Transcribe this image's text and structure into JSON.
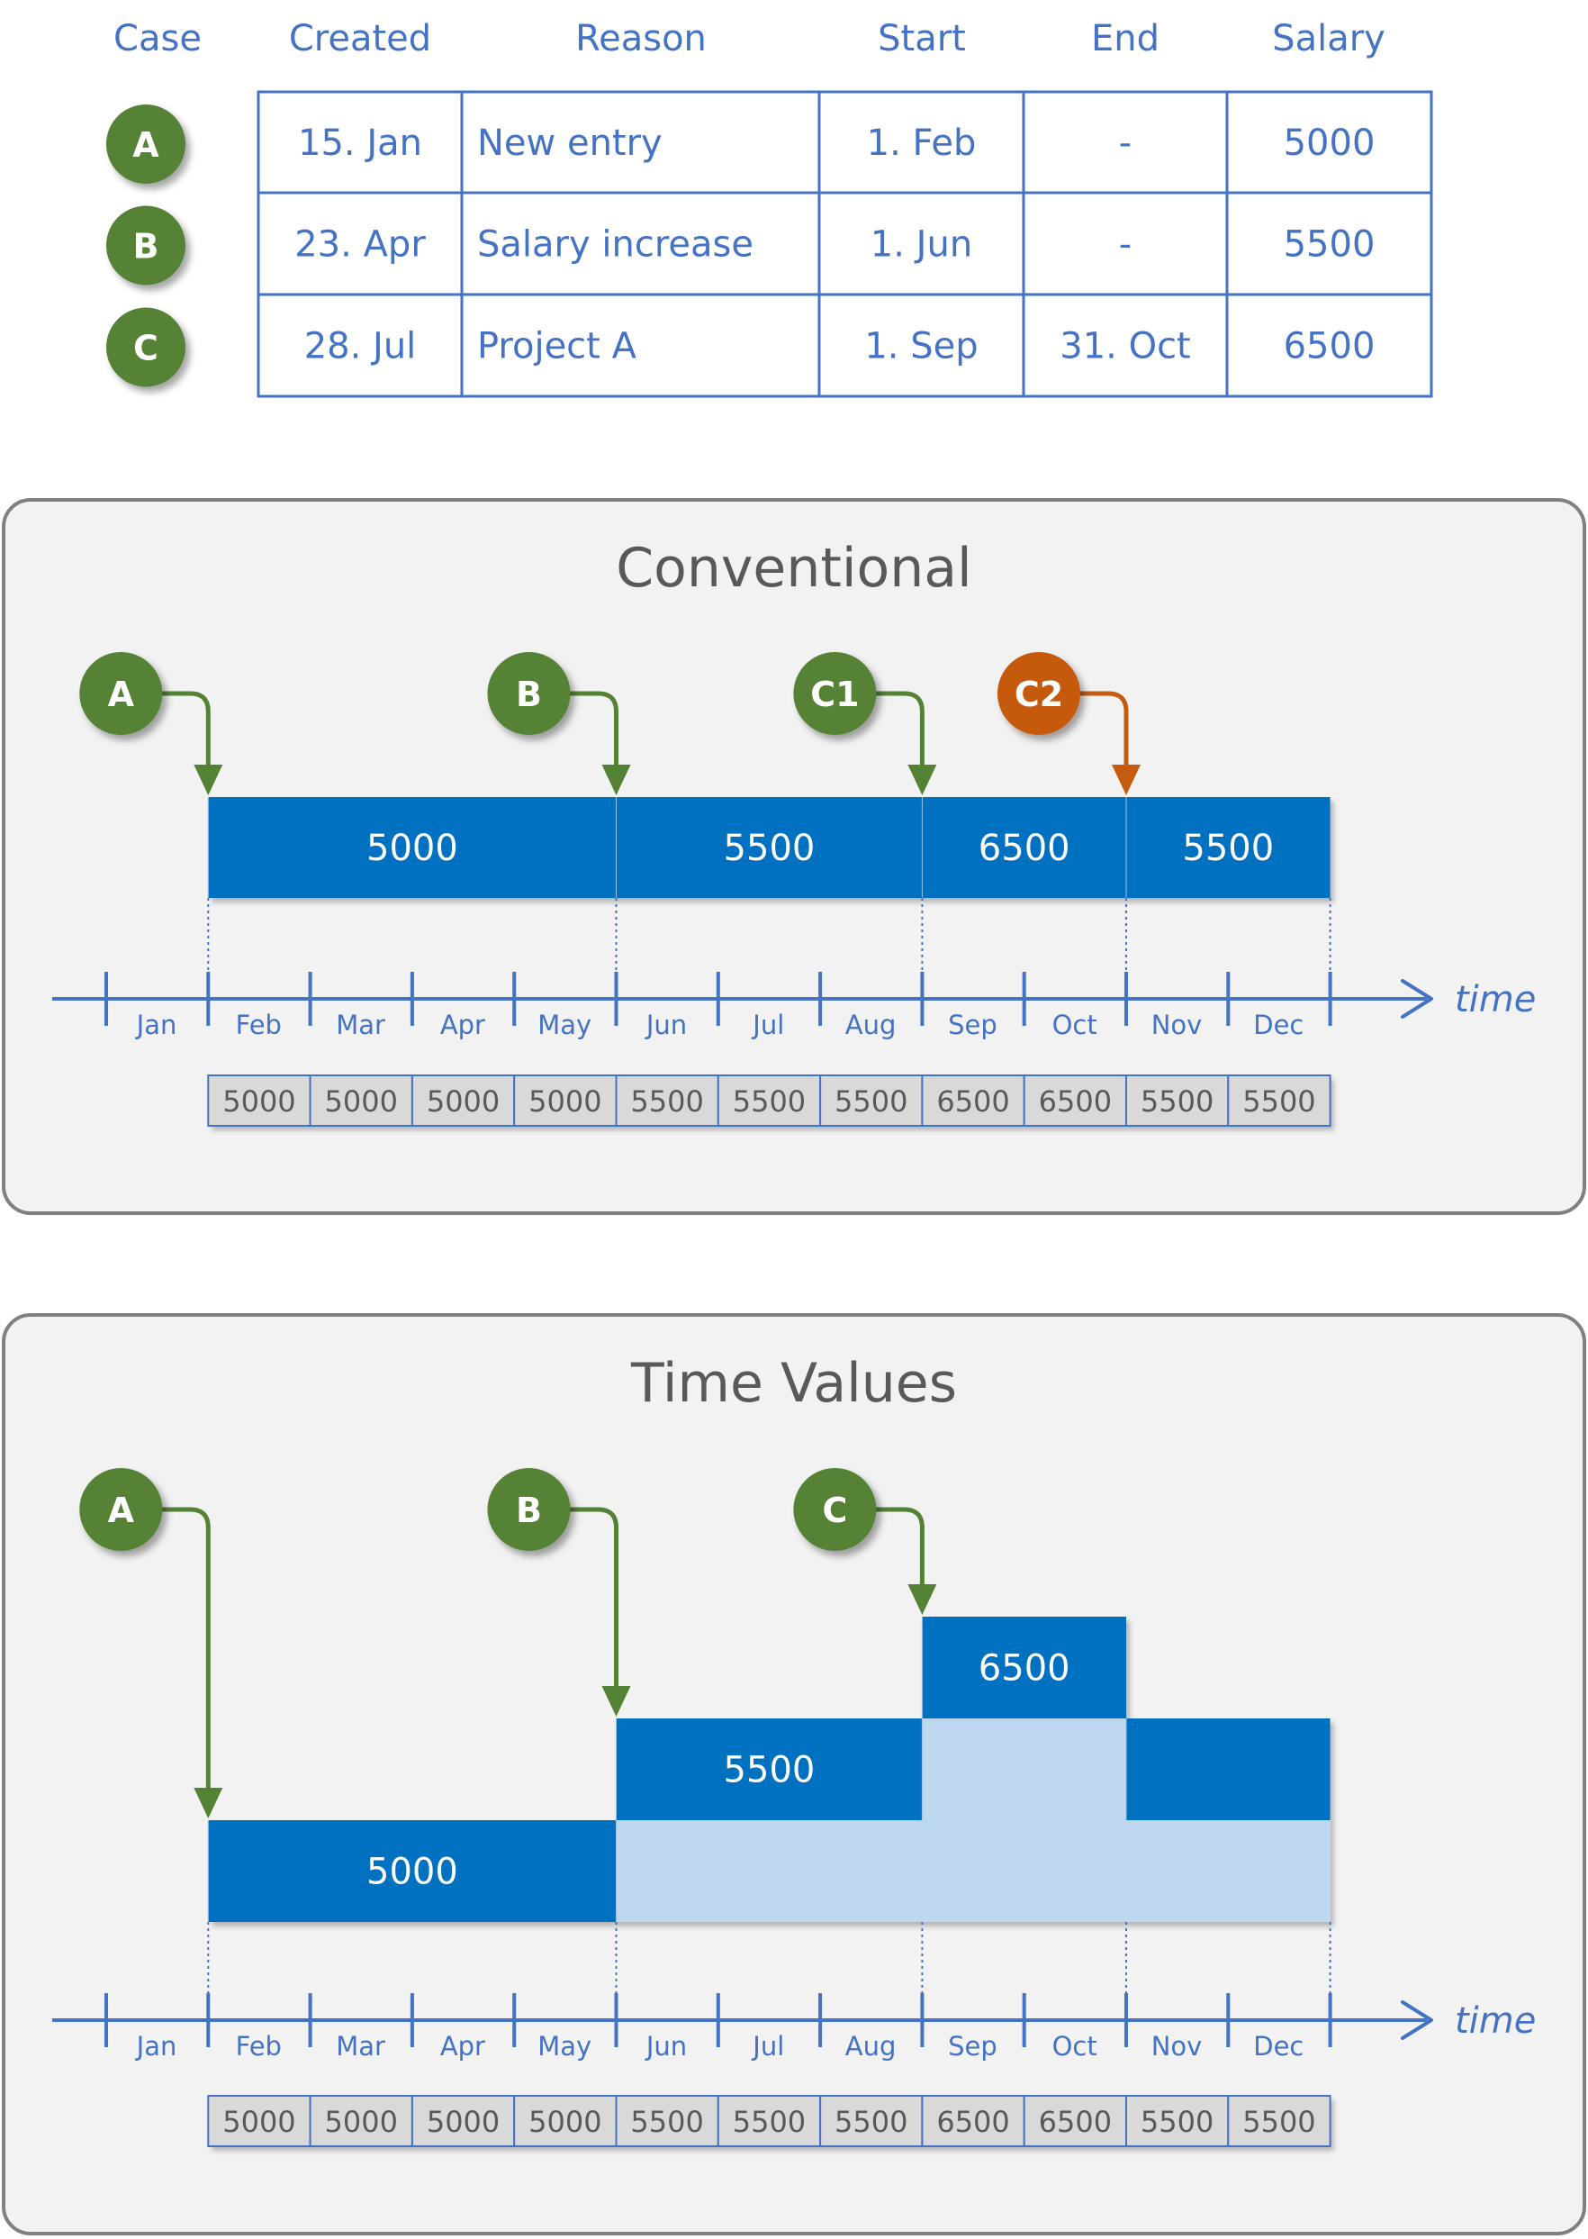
{
  "colors": {
    "accent_blue": "#4472c4",
    "bar_blue": "#0070c0",
    "bar_light": "#bdd7ee",
    "green": "#548235",
    "orange": "#c55a11",
    "panel_bg": "#f2f2f2",
    "panel_border": "#808080",
    "cell_bg": "#d9d9d9"
  },
  "table": {
    "headers": [
      "Case",
      "Created",
      "Reason",
      "Start",
      "End",
      "Salary"
    ],
    "rows": [
      {
        "case": "A",
        "created": "15. Jan",
        "reason": "New entry",
        "start": "1. Feb",
        "end": "-",
        "salary": "5000"
      },
      {
        "case": "B",
        "created": "23. Apr",
        "reason": "Salary increase",
        "start": "1. Jun",
        "end": "-",
        "salary": "5500"
      },
      {
        "case": "C",
        "created": "28. Jul",
        "reason": "Project A",
        "start": "1. Sep",
        "end": "31. Oct",
        "salary": "6500"
      }
    ]
  },
  "months": [
    "Jan",
    "Feb",
    "Mar",
    "Apr",
    "May",
    "Jun",
    "Jul",
    "Aug",
    "Sep",
    "Oct",
    "Nov",
    "Dec"
  ],
  "axis_label": "time",
  "panels": [
    {
      "title": "Conventional",
      "markers": [
        {
          "label": "A",
          "month": 1,
          "color": "green"
        },
        {
          "label": "B",
          "month": 5,
          "color": "green"
        },
        {
          "label": "C1",
          "month": 8,
          "color": "green"
        },
        {
          "label": "C2",
          "month": 10,
          "color": "orange"
        }
      ],
      "segments": [
        {
          "start": 1,
          "end": 5,
          "value": "5000",
          "level": 0,
          "shade": "dark"
        },
        {
          "start": 5,
          "end": 8,
          "value": "5500",
          "level": 0,
          "shade": "dark"
        },
        {
          "start": 8,
          "end": 10,
          "value": "6500",
          "level": 0,
          "shade": "dark"
        },
        {
          "start": 10,
          "end": 12,
          "value": "5500",
          "level": 0,
          "shade": "dark"
        }
      ],
      "values": [
        "5000",
        "5000",
        "5000",
        "5000",
        "5500",
        "5500",
        "5500",
        "6500",
        "6500",
        "5500",
        "5500"
      ]
    },
    {
      "title": "Time Values",
      "markers": [
        {
          "label": "A",
          "month": 1,
          "color": "green",
          "target_level": 0
        },
        {
          "label": "B",
          "month": 5,
          "color": "green",
          "target_level": 1
        },
        {
          "label": "C",
          "month": 8,
          "color": "green",
          "target_level": 2
        }
      ],
      "segments": [
        {
          "start": 1,
          "end": 5,
          "value": "5000",
          "level": 0,
          "shade": "dark"
        },
        {
          "start": 5,
          "end": 12,
          "value": "",
          "level": 0,
          "shade": "light"
        },
        {
          "start": 5,
          "end": 8,
          "value": "5500",
          "level": 1,
          "shade": "dark"
        },
        {
          "start": 8,
          "end": 10,
          "value": "",
          "level": 1,
          "shade": "light"
        },
        {
          "start": 10,
          "end": 12,
          "value": "",
          "level": 1,
          "shade": "dark"
        },
        {
          "start": 8,
          "end": 10,
          "value": "6500",
          "level": 2,
          "shade": "dark"
        }
      ],
      "values": [
        "5000",
        "5000",
        "5000",
        "5000",
        "5500",
        "5500",
        "5500",
        "6500",
        "6500",
        "5500",
        "5500"
      ]
    }
  ]
}
